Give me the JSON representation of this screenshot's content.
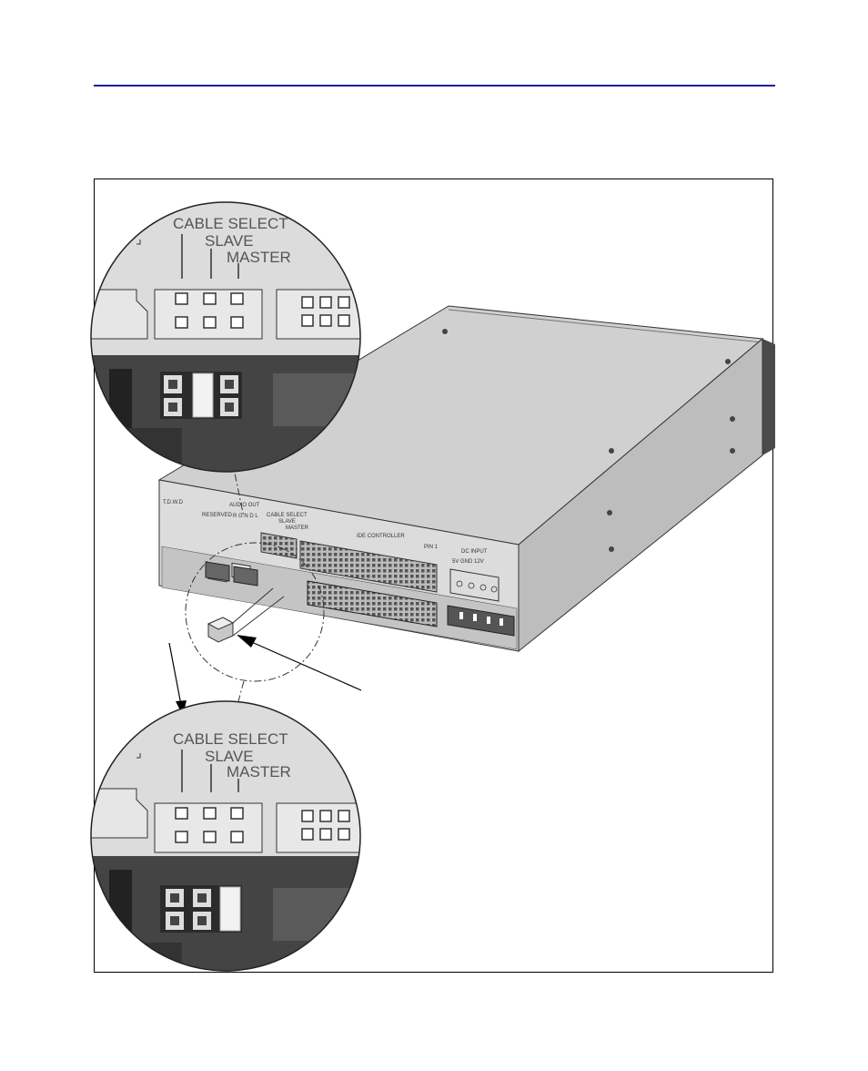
{
  "figure": {
    "zoom_top": {
      "labels": {
        "cable_select": "CABLE SELECT",
        "slave": "SLAVE",
        "master": "MASTER"
      },
      "jumper_setting": "slave"
    },
    "zoom_bottom": {
      "labels": {
        "cable_select": "CABLE SELECT",
        "slave": "SLAVE",
        "master": "MASTER"
      },
      "jumper_setting": "master"
    },
    "drive_panel": {
      "left_mark": "T.D.W.D",
      "reserved": "RESERVED",
      "audio_out": "AUDIO OUT",
      "audio_channels": "R G N D L",
      "cable_select": "CABLE SELECT",
      "slave": "SLAVE",
      "master": "MASTER",
      "ide_controller": "IDE CONTROLLER",
      "pin1": "PIN 1",
      "dc_input": "DC INPUT",
      "dc_input_labels": "5V GND 12V"
    },
    "icons": [
      "jumper-block-icon",
      "arrow-icon"
    ]
  }
}
